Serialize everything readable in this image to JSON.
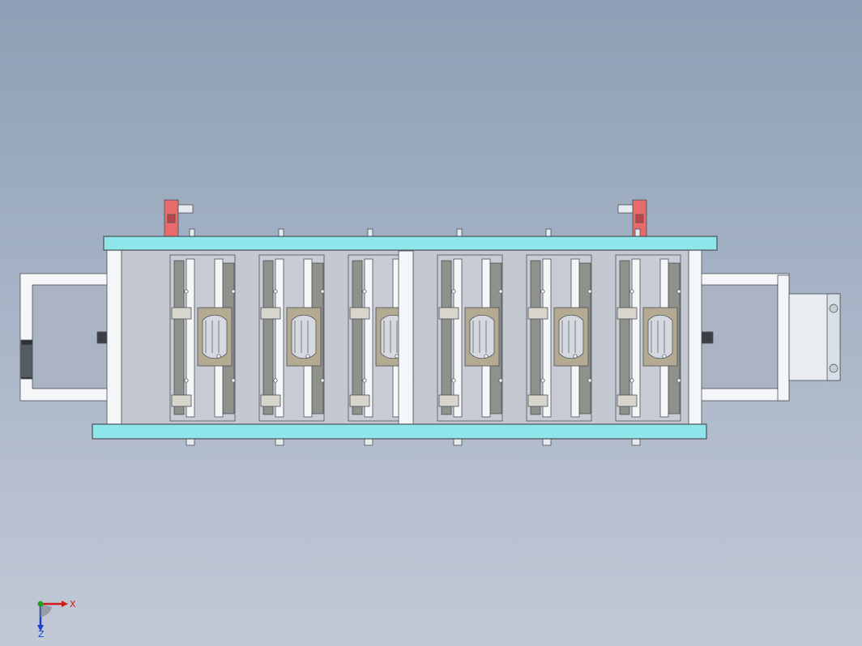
{
  "viewport": {
    "background_top": "#8e9eb4",
    "background_bottom": "#c2c9d6"
  },
  "model": {
    "colors": {
      "rail": "#8fe6ea",
      "rail_edge": "#3a6f74",
      "frame": "#f4f6f8",
      "frame_edge": "#4a5058",
      "plate": "#c9ccd4",
      "dark_plate": "#8f918b",
      "clamp": "#e86b6b",
      "motor": "#e9edf1",
      "bracket": "#d9dfe6"
    },
    "station_count": 6
  },
  "triad": {
    "x_label": "X",
    "z_label": "Z",
    "x_color": "#d11a1a",
    "y_color": "#1aa31a",
    "z_color": "#1a3fd1"
  }
}
